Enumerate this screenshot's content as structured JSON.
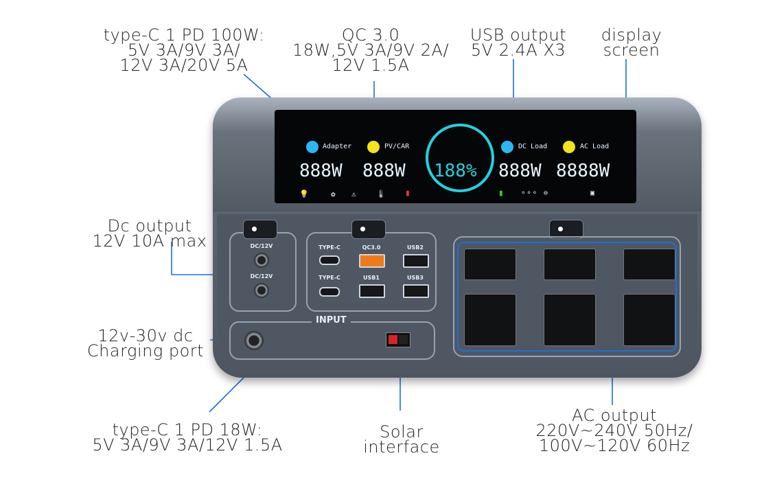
{
  "callouts": {
    "typec_pd100": {
      "lines": [
        "type-C 1  PD 100W:",
        "5V 3A/9V 3A/",
        "12V 3A/20V 5A"
      ]
    },
    "qc30": {
      "lines": [
        "QC 3.0",
        "18W,5V 3A/9V 2A/",
        "12V 1.5A"
      ]
    },
    "usb_output": {
      "lines": [
        "USB output",
        "5V 2.4A X3"
      ]
    },
    "display_screen": {
      "lines": [
        "display",
        "screen"
      ]
    },
    "dc_output": {
      "lines": [
        "Dc output",
        "12V 10A max"
      ]
    },
    "charging_port": {
      "lines": [
        "12v-30v dc",
        "Charging port"
      ]
    },
    "typec_pd18": {
      "lines": [
        "type-C 1  PD 18W:",
        "5V 3A/9V 3A/12V 1.5A"
      ]
    },
    "solar": {
      "lines": [
        "Solar",
        "interface"
      ]
    },
    "ac_output": {
      "lines": [
        "AC output",
        "220V~240V 50Hz/",
        "100V~120V 60Hz"
      ]
    }
  },
  "device": {
    "display": {
      "adapter_label": "Adapter",
      "pvcar_label": "PV/CAR",
      "dcload_label": "DC Load",
      "acload_label": "AC Load",
      "in1_value": "888W",
      "in2_value": "888W",
      "center_value": "188%",
      "out1_value": "888W",
      "out2_value": "8888W",
      "icons": [
        "led-icon",
        "fan-icon",
        "caution-icon",
        "temp-icon",
        "battery-icon",
        "dc-out-icon",
        "usb-out-icon",
        "ac-out-icon"
      ]
    },
    "ports": {
      "dc1": "DC/12V",
      "dc2": "DC/12V",
      "typec1": "TYPE-C",
      "typec2": "TYPE-C",
      "qc30": "QC3.0",
      "usb1": "USB1",
      "usb2": "USB2",
      "usb3": "USB3",
      "input": "INPUT"
    },
    "colors": {
      "body": "#4e5762",
      "accent_line": "#1e6fd9",
      "qc_port": "#f07a1a",
      "solar_port": "#d8232a",
      "display_cyan": "#1fd3e0",
      "display_yellow": "#f2e31a"
    }
  }
}
